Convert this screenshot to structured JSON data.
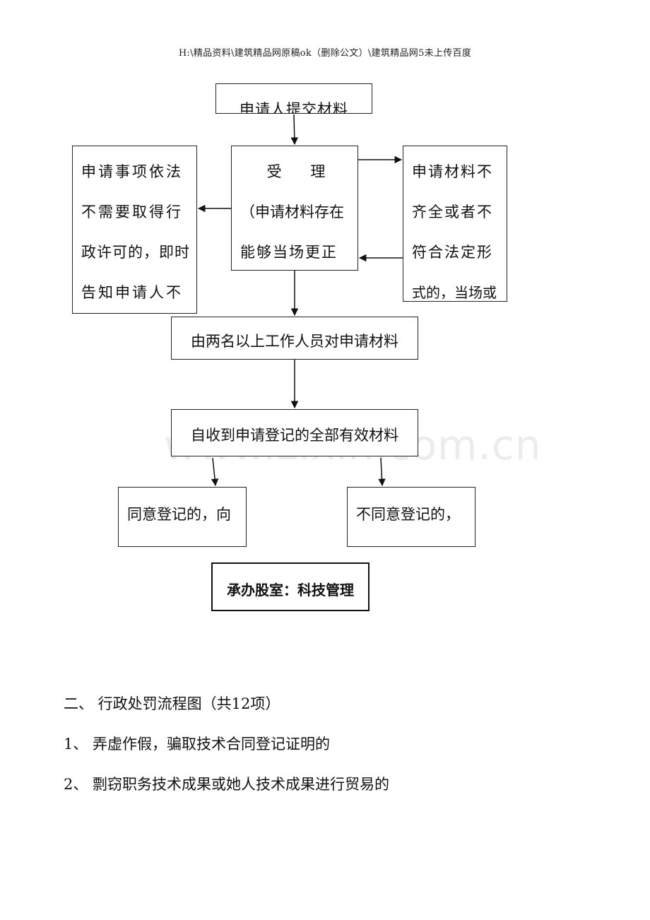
{
  "header": {
    "path": "H:\\精品资料\\建筑精品网原稿ok（删除公文）\\建筑精品网5未上传百度"
  },
  "watermark": "www.zixin.com.cn",
  "flowchart": {
    "submit": "申请人提交材料",
    "left_box": [
      "申请事项依法",
      "不需要取得行",
      "政许可的，即时",
      "告知申请人不"
    ],
    "center_box": [
      "受 理",
      "（申请材料存在",
      "能够当场更正"
    ],
    "right_box": [
      "申请材料不",
      "齐全或者不",
      "符合法定形",
      "式的，当场或"
    ],
    "review": "由两名以上工作人员对申请材料",
    "received": "自收到申请登记的全部有效材料",
    "agree": "同意登记的，向",
    "disagree": "不同意登记的，",
    "office": "承办股室：科技管理"
  },
  "section": {
    "heading": "二、 行政处罚流程图（共12项）",
    "items": [
      "1、 弄虚作假，骗取技术合同登记证明的",
      "2、 剽窃职务技术成果或她人技术成果进行贸易的"
    ]
  }
}
